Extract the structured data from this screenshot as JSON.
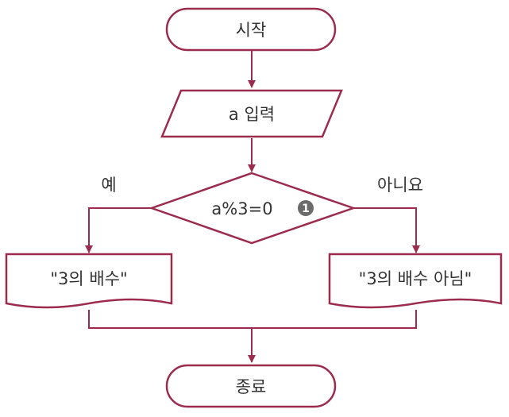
{
  "flowchart": {
    "start_label": "시작",
    "input_label": "a 입력",
    "decision_label": "a%3=0",
    "decision_badge": "1",
    "yes_label": "예",
    "no_label": "아니요",
    "yes_output_label": "\"3의 배수\"",
    "no_output_label": "\"3의 배수 아님\"",
    "end_label": "종료",
    "accent_color": "#9b2c4e"
  }
}
